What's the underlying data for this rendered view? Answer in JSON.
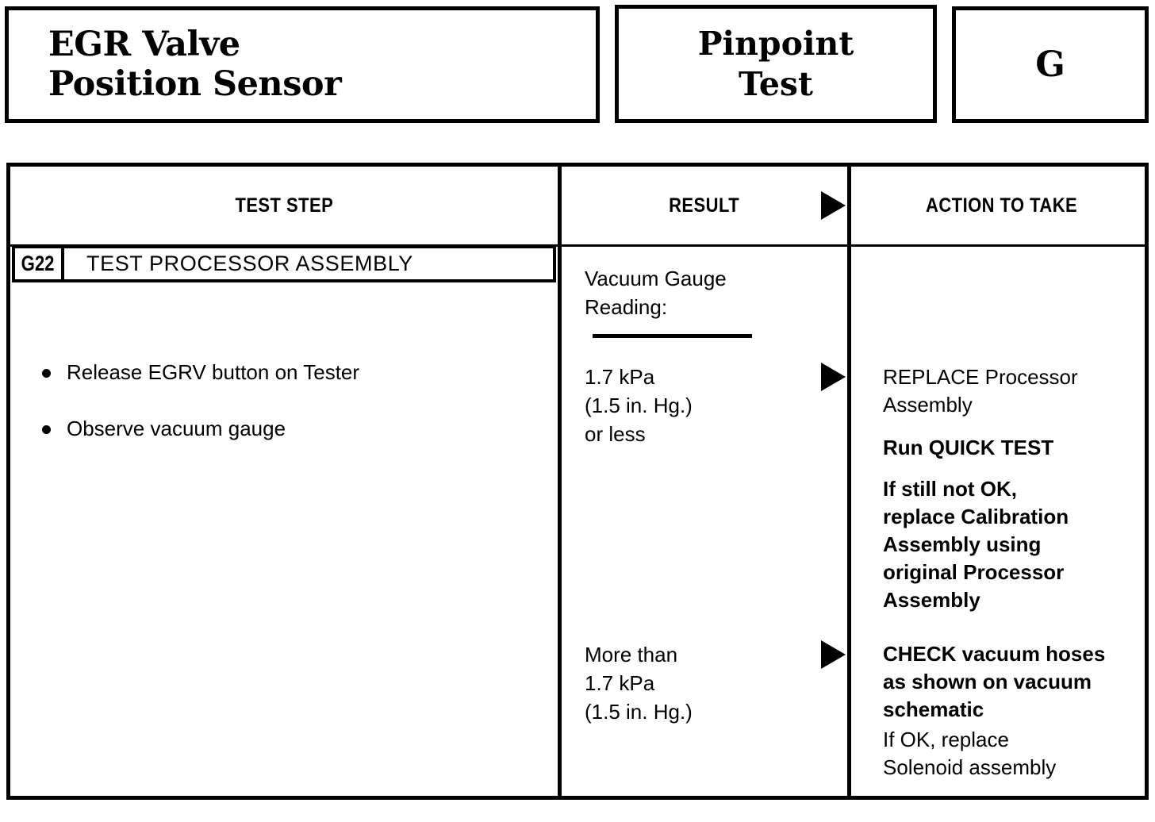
{
  "header": {
    "title_lines": [
      "EGR Valve",
      "Position Sensor"
    ],
    "test_type_lines": [
      "Pinpoint",
      "Test"
    ],
    "test_letter": "G"
  },
  "table": {
    "columns": [
      {
        "label": "TEST STEP"
      },
      {
        "label": "RESULT"
      },
      {
        "label": "ACTION TO TAKE"
      }
    ],
    "arrow_icon": "right-triangle-arrow",
    "step": {
      "code": "G22",
      "title": "TEST PROCESSOR ASSEMBLY",
      "bullets": [
        "Release EGRV button on Tester",
        "Observe vacuum gauge"
      ]
    },
    "result": {
      "label_lines": [
        "Vacuum Gauge",
        "Reading:"
      ],
      "outcomes": [
        {
          "lines": [
            "1.7 kPa",
            "(1.5 in. Hg.)",
            "or less"
          ]
        },
        {
          "lines": [
            "More than",
            "1.7 kPa",
            "(1.5 in. Hg.)"
          ]
        }
      ]
    },
    "actions": {
      "outcome_1": [
        {
          "lines": [
            "REPLACE Processor",
            "Assembly"
          ]
        },
        {
          "lines": [
            "Run QUICK TEST"
          ]
        },
        {
          "lines": [
            "If still not OK,",
            "replace Calibration",
            "Assembly using",
            "original Processor",
            "Assembly"
          ]
        }
      ],
      "outcome_2": [
        {
          "lines": [
            "CHECK vacuum hoses",
            "as shown on vacuum",
            "schematic"
          ]
        },
        {
          "lines": [
            "If OK, replace",
            "Solenoid assembly"
          ]
        }
      ]
    }
  }
}
